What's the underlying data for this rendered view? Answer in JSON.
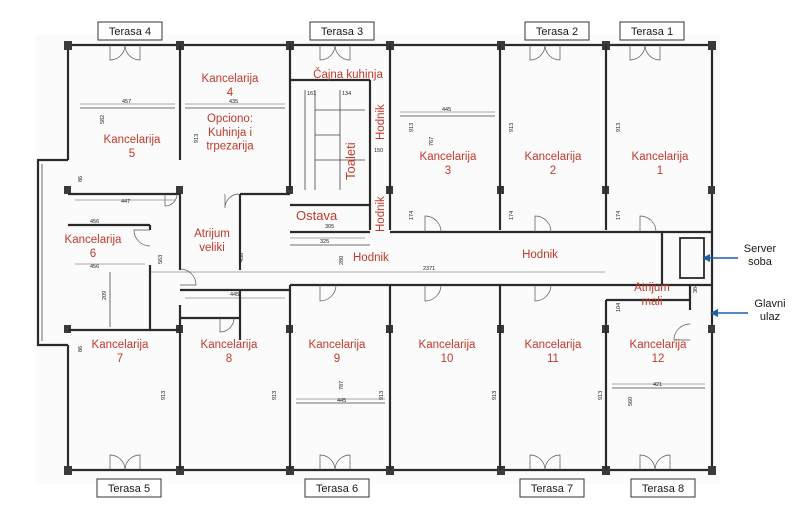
{
  "rooms": {
    "kancelarija_1": "Kancelarija\n1",
    "kancelarija_2": "Kancelarija\n2",
    "kancelarija_3": "Kancelarija\n3",
    "kancelarija_4": "Kancelarija\n4",
    "kancelarija_5": "Kancelarija\n5",
    "kancelarija_6": "Kancelarija\n6",
    "kancelarija_7": "Kancelarija\n7",
    "kancelarija_8": "Kancelarija\n8",
    "kancelarija_9": "Kancelarija\n9",
    "kancelarija_10": "Kancelarija\n10",
    "kancelarija_11": "Kancelarija\n11",
    "kancelarija_12": "Kancelarija\n12",
    "opciono": "Opciono:\nKuhinja i\ntrpezarija",
    "cajna_kuhinja": "Čajna kuhinja",
    "toaleti": "Toaleti",
    "ostava": "Ostava",
    "hodnik_top": "Hodnik",
    "hodnik_mid": "Hodnik",
    "hodnik_small": "Hodnik",
    "hodnik_main": "Hodnik",
    "atrijum_veliki": "Atrijum\nveliki",
    "atrijum_mali": "Atrijum\nmali"
  },
  "terraces": {
    "t1": "Terasa 1",
    "t2": "Terasa 2",
    "t3": "Terasa 3",
    "t4": "Terasa 4",
    "t5": "Terasa 5",
    "t6": "Terasa 6",
    "t7": "Terasa 7",
    "t8": "Terasa 8"
  },
  "annotations": {
    "server": "Server\nsoba",
    "entrance": "Glavni\nulaz"
  },
  "dimensions": {
    "d457": "457",
    "d435": "435",
    "d445a": "445",
    "d161": "161",
    "d134": "134",
    "d150": "150",
    "d447": "447",
    "d456a": "456",
    "d456b": "456",
    "d325": "325",
    "d305": "305",
    "d445b": "445",
    "d2371": "2371",
    "d445c": "445",
    "d421": "421",
    "d913a": "913",
    "d913b": "913",
    "d913c": "913",
    "d913d": "913",
    "d913e": "913",
    "d913f": "913",
    "d913g": "913",
    "d913h": "913",
    "d913i": "913",
    "d767": "767",
    "d787": "787",
    "d582": "582",
    "d560": "560",
    "d209": "209",
    "d563": "563",
    "d450": "450",
    "d174a": "174",
    "d174b": "174",
    "d174c": "174",
    "d104": "104",
    "d384": "384",
    "d280": "280",
    "d86a": "86",
    "d86b": "86"
  },
  "colors": {
    "label": "#c0392b",
    "wall": "#2a2a2a",
    "arrow": "#1f5fa8"
  }
}
